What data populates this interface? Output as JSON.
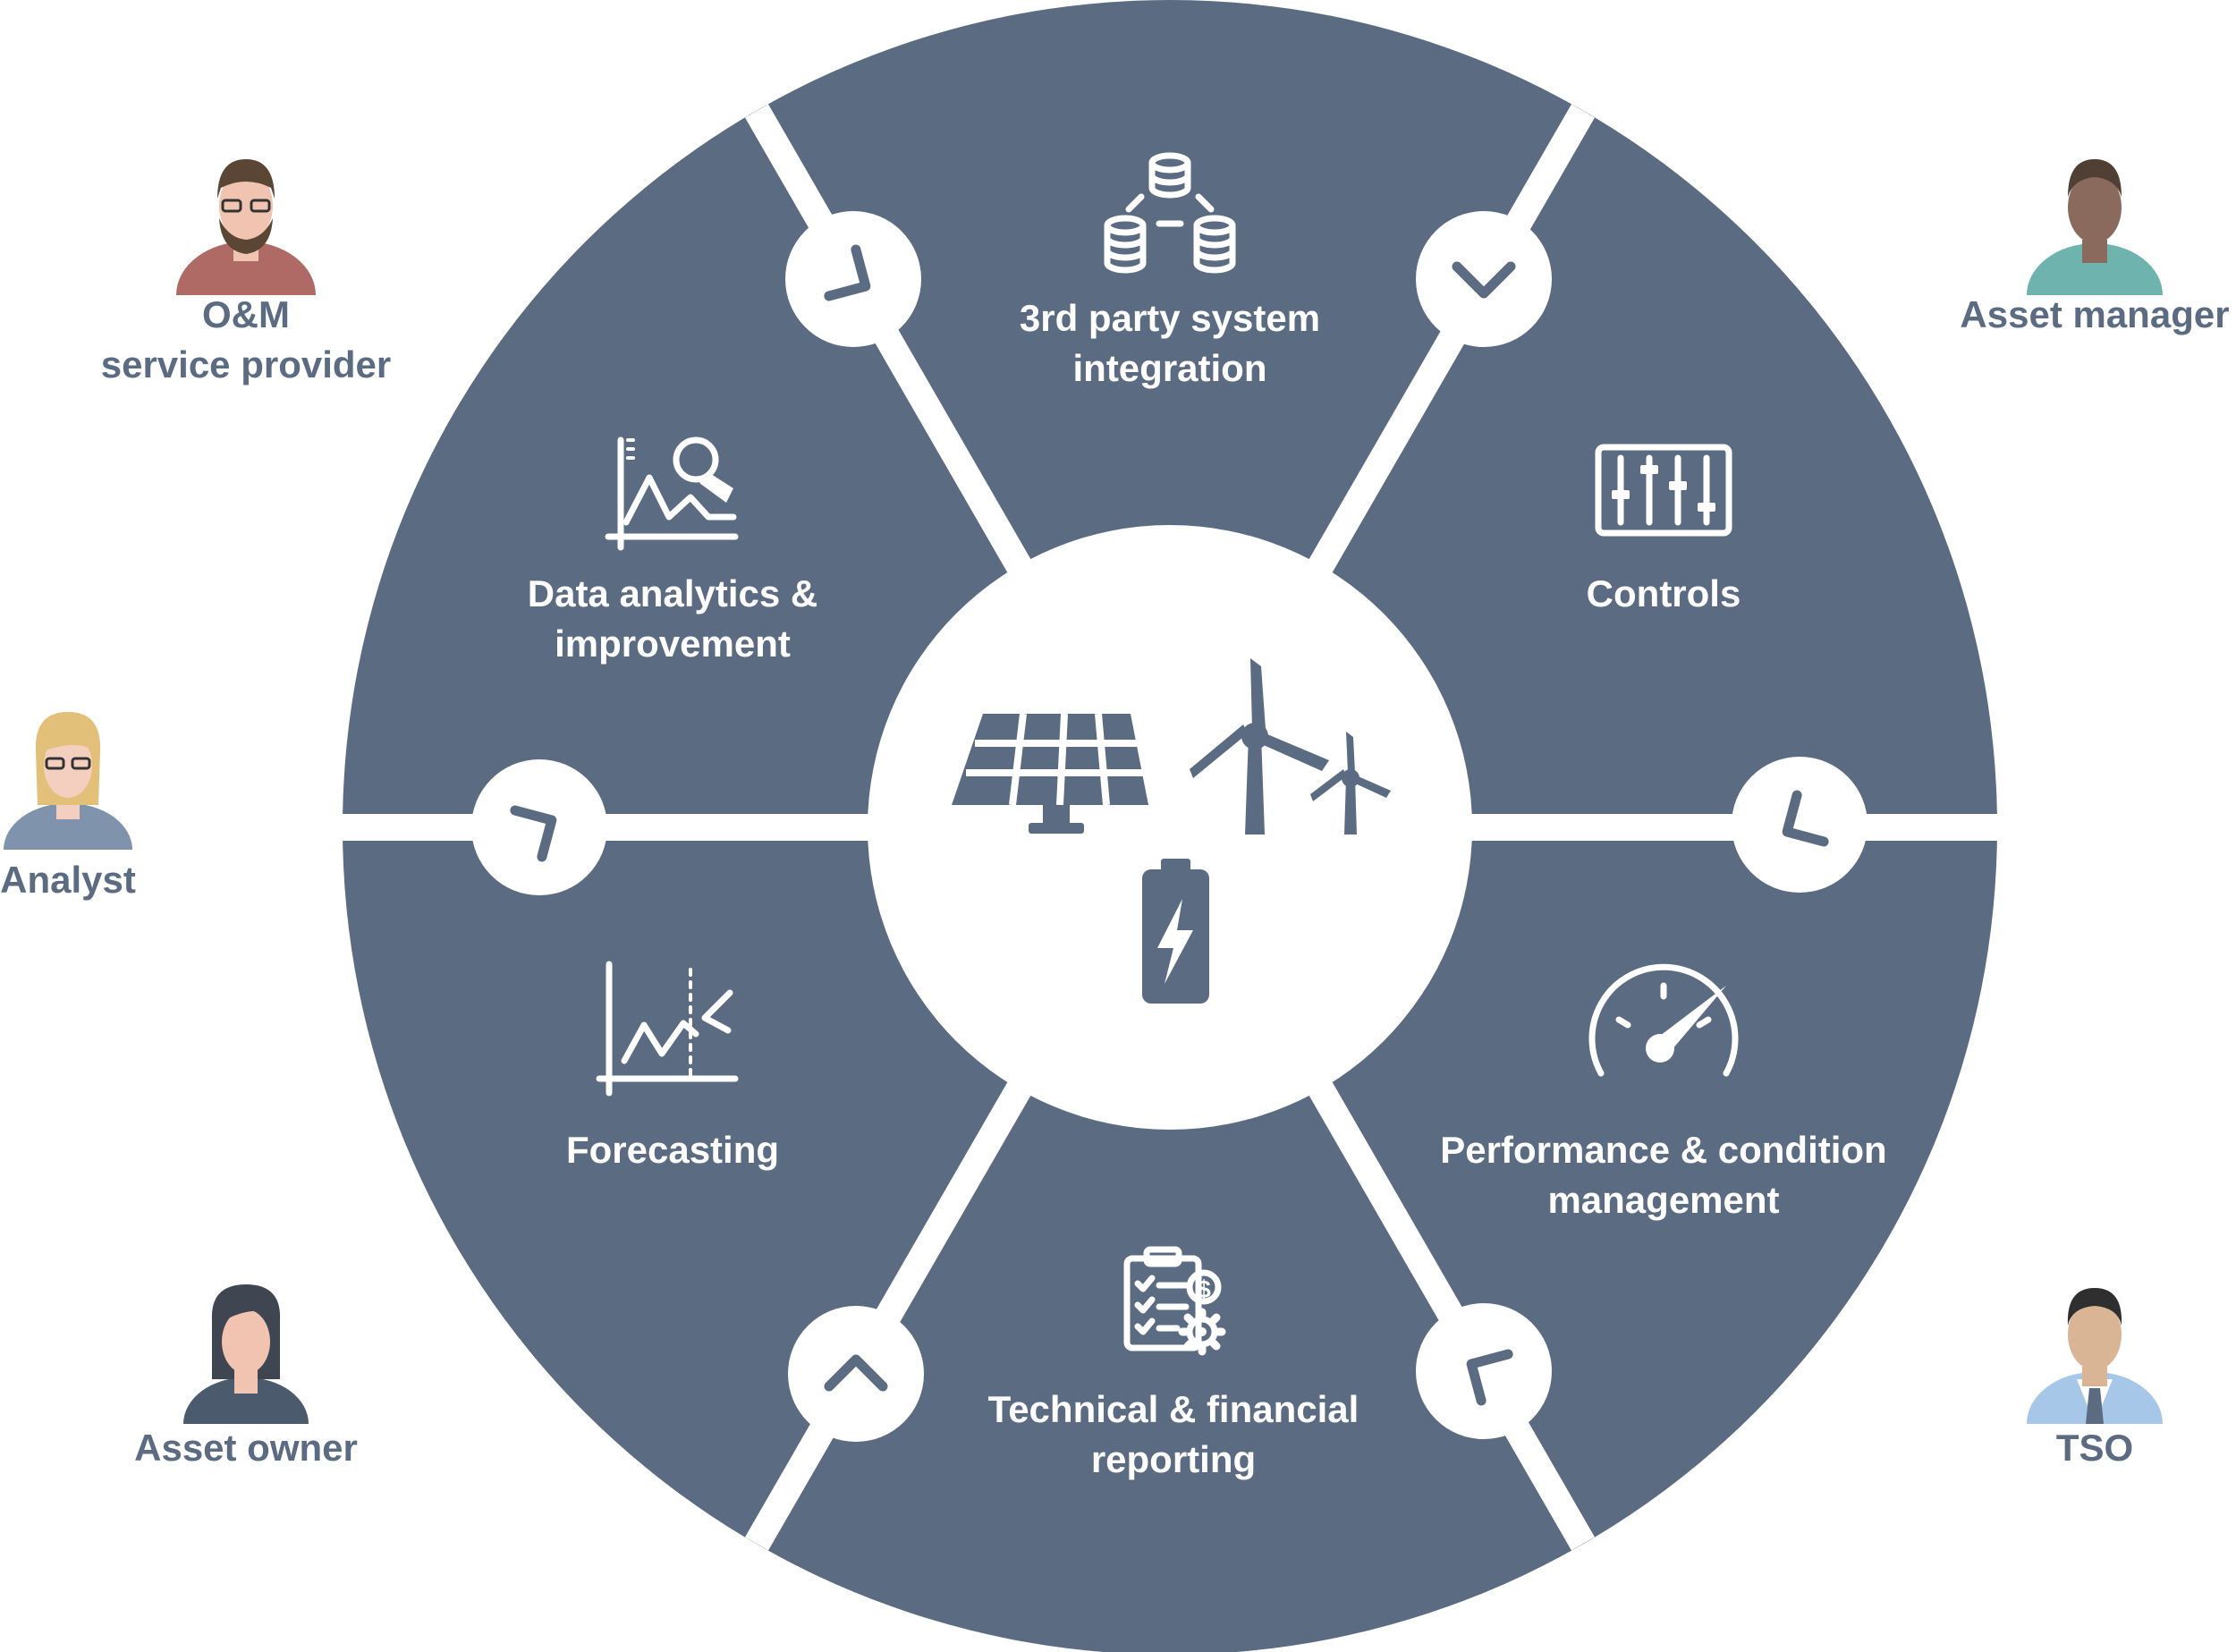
{
  "colors": {
    "ring": "#5b6b82",
    "separator": "#ffffff",
    "hub": "#ffffff",
    "label_on_ring": "#ffffff",
    "person_label": "#5b6b82"
  },
  "hub": {
    "icons": [
      "solar-panel-icon",
      "wind-turbine-icon",
      "battery-icon"
    ]
  },
  "segments": [
    {
      "id": "third-party",
      "lines": [
        "3rd party system",
        "integration"
      ],
      "icon": "database-network-icon"
    },
    {
      "id": "controls",
      "lines": [
        "Controls"
      ],
      "icon": "sliders-icon"
    },
    {
      "id": "performance",
      "lines": [
        "Performance & condition",
        "management"
      ],
      "icon": "gauge-icon"
    },
    {
      "id": "reporting",
      "lines": [
        "Technical & financial",
        "reporting"
      ],
      "icon": "clipboard-dollar-gear-icon"
    },
    {
      "id": "forecasting",
      "lines": [
        "Forecasting"
      ],
      "icon": "forecast-chart-icon"
    },
    {
      "id": "analytics",
      "lines": [
        "Data analytics &",
        "improvement"
      ],
      "icon": "chart-magnifier-icon"
    }
  ],
  "connectors": [
    "chevron-icon",
    "chevron-icon",
    "chevron-icon",
    "chevron-icon",
    "chevron-icon",
    "chevron-icon"
  ],
  "people": [
    {
      "id": "om",
      "lines": [
        "O&M",
        "service provider"
      ],
      "icon": "bearded-man-glasses-avatar"
    },
    {
      "id": "asset-manager",
      "lines": [
        "Asset manager"
      ],
      "icon": "man-avatar"
    },
    {
      "id": "analyst",
      "lines": [
        "Analyst"
      ],
      "icon": "woman-glasses-avatar"
    },
    {
      "id": "asset-owner",
      "lines": [
        "Asset owner"
      ],
      "icon": "woman-dark-hair-avatar"
    },
    {
      "id": "tso",
      "lines": [
        "TSO"
      ],
      "icon": "man-suit-avatar"
    }
  ]
}
